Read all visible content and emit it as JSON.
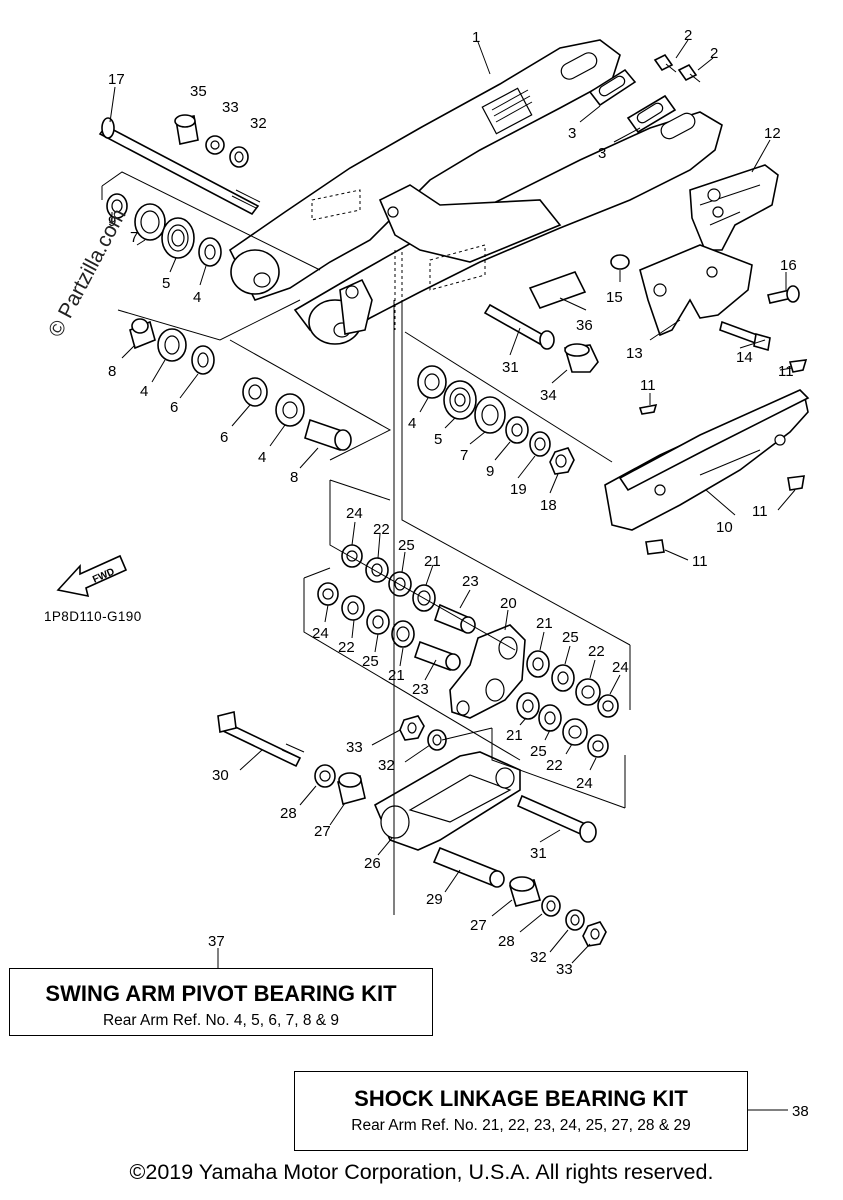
{
  "diagram": {
    "code": "1P8D110-G190",
    "watermark": "© Partzilla.com",
    "fwd_label": "FWD",
    "callouts": [
      "1",
      "2",
      "2",
      "3",
      "3",
      "12",
      "17",
      "35",
      "33",
      "32",
      "9",
      "7",
      "5",
      "4",
      "16",
      "15",
      "36",
      "13",
      "14",
      "8",
      "4",
      "6",
      "6",
      "4",
      "8",
      "31",
      "34",
      "11",
      "11",
      "4",
      "5",
      "7",
      "9",
      "19",
      "18",
      "10",
      "11",
      "11",
      "24",
      "22",
      "25",
      "21",
      "23",
      "20",
      "24",
      "22",
      "25",
      "21",
      "23",
      "21",
      "25",
      "22",
      "24",
      "21",
      "25",
      "22",
      "24",
      "33",
      "32",
      "30",
      "28",
      "27",
      "26",
      "31",
      "29",
      "27",
      "28",
      "32",
      "33",
      "37",
      "38"
    ]
  },
  "kits": {
    "swing_arm": {
      "title": "SWING ARM PIVOT BEARING KIT",
      "subtitle": "Rear Arm Ref. No. 4, 5, 6, 7, 8 & 9"
    },
    "shock_linkage": {
      "title": "SHOCK LINKAGE BEARING KIT",
      "subtitle": "Rear Arm Ref. No. 21, 22, 23, 24, 25, 27, 28 & 29"
    }
  },
  "footer": {
    "copyright": "©2019 Yamaha Motor Corporation, U.S.A. All rights reserved."
  }
}
